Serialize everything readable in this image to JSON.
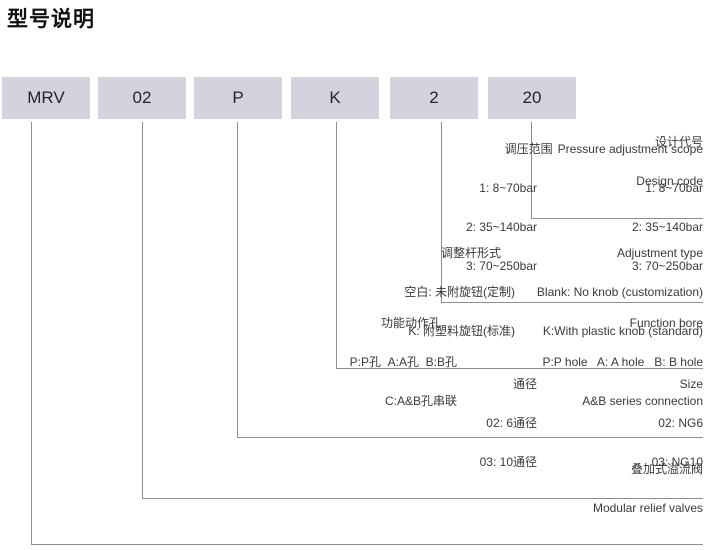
{
  "title": "型号说明",
  "boxes": [
    "MRV",
    "02",
    "P",
    "K",
    "2",
    "20"
  ],
  "design_code": {
    "zh": "设计代号",
    "en": "Design code"
  },
  "pressure": {
    "header_zh": "调压范围",
    "header_en": "Pressure adjustment scope",
    "zh": [
      "1: 8~70bar",
      "2: 35~140bar",
      "3: 70~250bar"
    ],
    "en": [
      "1: 8~70bar",
      "2: 35~140bar",
      "3: 70~250bar"
    ]
  },
  "adjustment": {
    "header_zh": "调整杆形式",
    "header_en": "Adjustment type",
    "zh": [
      "空白: 未附旋钮(定制)",
      "K: 附塑料旋钮(标准)"
    ],
    "en": [
      "Blank: No knob (customization)",
      "K:With plastic knob (standard)"
    ]
  },
  "function_bore": {
    "header_zh": "功能动作孔",
    "header_en": "Function bore",
    "zh": [
      "P:P孔  A:A孔  B:B孔",
      "C:A&B孔串联"
    ],
    "en": [
      "P:P hole   A: A hole   B: B hole",
      "A&B series connection"
    ]
  },
  "size": {
    "header_zh": "通径",
    "header_en": "Size",
    "zh": [
      "02: 6通径",
      "03: 10通径"
    ],
    "en": [
      "02: NG6",
      "03: NG10"
    ]
  },
  "product": {
    "zh": "叠加式溢流阀",
    "en": "Modular relief valves"
  },
  "colors": {
    "box_fill": "#d2d3dd",
    "line": "#8f8f8f",
    "text": "#3a3a3a",
    "title": "#111111"
  }
}
